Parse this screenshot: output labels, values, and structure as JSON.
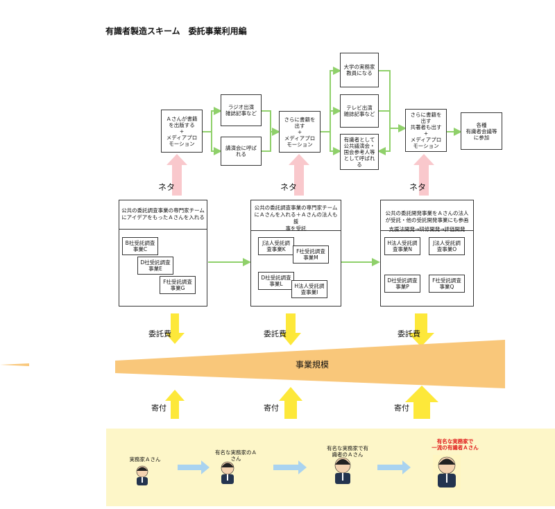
{
  "title": "有識者製造スキーム　委託事業利用編",
  "top_boxes": {
    "a_book": "Ａさんが書籍\nを出版する\n+\nメディアプロ\nモーション",
    "radio": "ラジオ出演\n雑誌記事など",
    "lecture": "講演会に呼ば\nれる",
    "more_books": "さらに書籍を\n出す\n+\nメディアプロ\nモーション",
    "university": "大学の実務家\n教員になる",
    "tv": "テレビ出演\n雑誌記事など",
    "expert": "有識者として\n公共議演会・\n国会参考人等\nとして呼ばれ\nる",
    "coauthor": "さらに書籍を\n出す\n共著者も出す\n+\nメディアプロ\nモーション",
    "councils": "各種\n有識者会議等\nに参加"
  },
  "neta_label": "ネタ",
  "panels": [
    {
      "head": "公共の委託調査事業の専門家チーム\nにアイデアをもったＡさんを入れる",
      "items": [
        "B社受託調査\n事業C",
        "D社受託調査\n事業E",
        "F社受託調査\n事業G"
      ]
    },
    {
      "head": "公共の委託調査事業の専門家チーム\nにＡさんを入れる＋Ａさんの法人も援\n事を受託",
      "items": [
        "J法人受託調\n査事業K",
        "F社受託調査\n事業M",
        "D社受託調査\n事業L",
        "H法人受託調\n査事業I"
      ]
    },
    {
      "head": "公共の委託開発事業をＡさんの法人\nが受託・他の受託開発事業にも参画",
      "subhead": "支援法開発→研修開発→評価開発",
      "items": [
        "H法人受託調\n査事業N",
        "J法人受託調\n査事業O",
        "D社受託調査\n事業P",
        "F社受託調査\n事業Q"
      ]
    }
  ],
  "commission_label": "委託費",
  "scale_label": "事業規模",
  "donation_label": "寄付",
  "people": [
    {
      "caption": "実務家Ａさん"
    },
    {
      "caption": "有名な実務家のＡ\nさん"
    },
    {
      "caption": "有名な実務家で有\n識者のＡさん"
    },
    {
      "caption": "有名な実務家で\n一流の有識者Ａさん"
    }
  ],
  "colors": {
    "green": "#8fd06a",
    "pink": "#f9c8cc",
    "yellow": "#fde83a",
    "orange": "#f9c77a",
    "blue": "#a9d3f0",
    "band": "#fdf6c8"
  },
  "icons": [
    "person-icon"
  ]
}
